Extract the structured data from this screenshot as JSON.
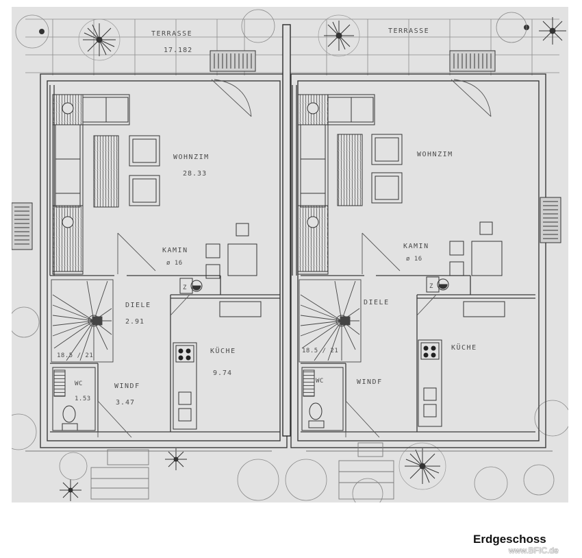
{
  "caption": "Erdgeschoss",
  "credit": "www.BFIC.de",
  "colors": {
    "paper": "#e2e2e2",
    "line": "#3a3a3a",
    "wall": "#555555"
  },
  "left_unit": {
    "terrace": "TERRASSE",
    "terrace_area": "17.182",
    "living": "WOHNZIM",
    "living_area": "28.33",
    "fireplace": "KAMIN",
    "fireplace_size": "ø 16",
    "hall": "DIELE",
    "hall_area": "2.91",
    "kitchen": "KÜCHE",
    "kitchen_area": "9.74",
    "wc": "WC",
    "wc_area": "1.53",
    "vestibule": "WINDF",
    "vestibule_area": "3.47",
    "stairs": "18.5 / 21",
    "z_mark": "Z"
  },
  "right_unit": {
    "terrace": "TERRASSE",
    "living": "WOHNZIM",
    "fireplace": "KAMIN",
    "fireplace_size": "ø 16",
    "hall": "DIELE",
    "kitchen": "KÜCHE",
    "wc": "WC",
    "vestibule": "WINDF",
    "stairs": "18.5 / 21",
    "z_mark": "Z"
  }
}
